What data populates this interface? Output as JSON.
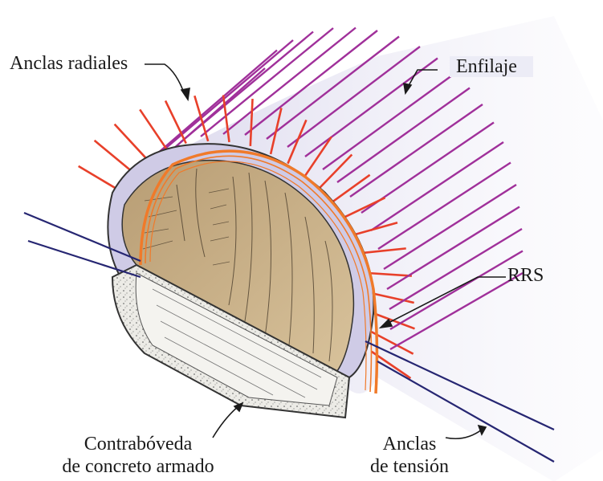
{
  "labels": {
    "anclas_radiales": "Anclas radiales",
    "enfilaje": "Enfilaje",
    "rrs": "RRS",
    "contraboveda_line1": "Contrabóveda",
    "contraboveda_line2": "de concreto armado",
    "anclas_tension_line1": "Anclas",
    "anclas_tension_line2": "de tensión"
  },
  "colors": {
    "radial_anchor": "#e8402a",
    "forepoling": "#a0309a",
    "tension_anchor": "#262672",
    "rrs": "#f07a2a",
    "lining": "#cfcbe6",
    "rock": "#c9b08a",
    "invert": "#ecebe6"
  }
}
